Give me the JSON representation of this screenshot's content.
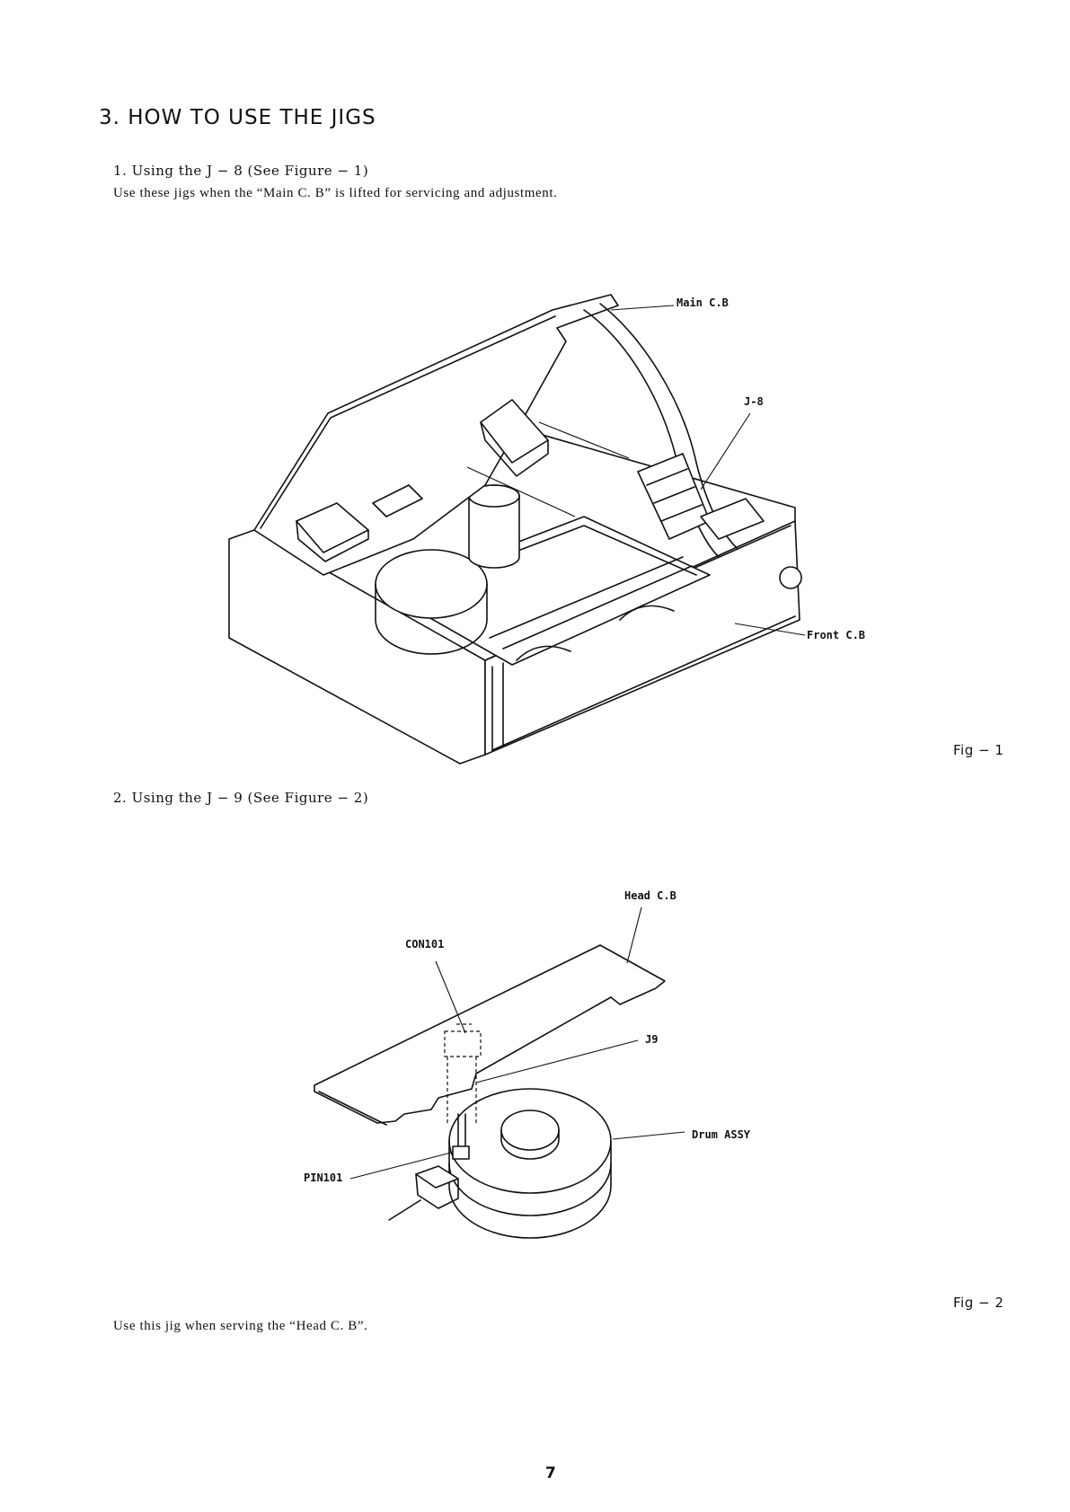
{
  "section": {
    "title": "3. HOW TO USE THE JIGS"
  },
  "items": [
    {
      "heading": "1. Using the J − 8 (See Figure − 1)",
      "description": "Use these jigs when the “Main C. B” is lifted for servicing and adjustment."
    },
    {
      "heading": "2. Using the J − 9 (See Figure − 2)"
    }
  ],
  "figure1": {
    "caption": "Fig − 1",
    "labels": {
      "main_cb": "Main C.B",
      "j8": "J-8",
      "front_cb": "Front C.B"
    }
  },
  "figure2": {
    "caption": "Fig − 2",
    "labels": {
      "head_cb": "Head C.B",
      "con101": "CON101",
      "j9": "J9",
      "drum_assy": "Drum ASSY",
      "pin101": "PIN101"
    }
  },
  "footer_note": "Use this jig when serving the “Head C. B”.",
  "page_number": "7"
}
